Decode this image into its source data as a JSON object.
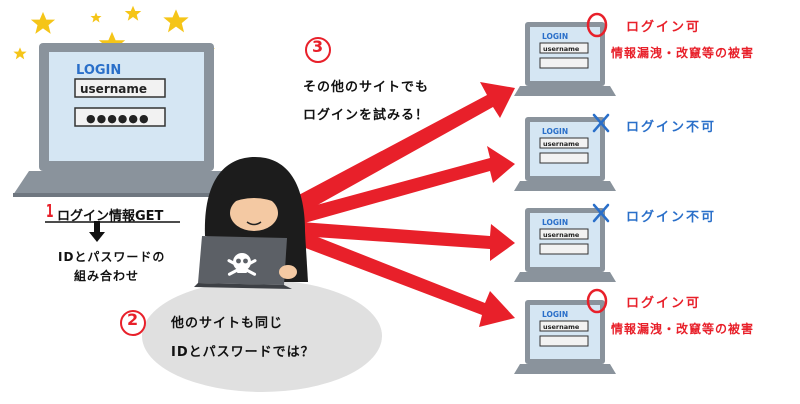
{
  "colors": {
    "accent_red": "#e8202a",
    "blue": "#2a6fc9",
    "laptop_frame": "#8a939c",
    "laptop_screen": "#d5e6f3",
    "field_bg": "#f2f2f2",
    "ellipse": "#e0e0e0",
    "star": "#f5c518",
    "hood": "#1c1c1c",
    "skin": "#f4c9a3"
  },
  "main_laptop": {
    "login": "LOGIN",
    "username": "username",
    "password_mask": "●●●●●●"
  },
  "hacker_laptop": {
    "icon": "skull-icon"
  },
  "step1": {
    "number": "1",
    "label": "ログイン情報GET",
    "result_line1": "IDとパスワードの",
    "result_line2": "組み合わせ"
  },
  "step2": {
    "number": "2",
    "line1": "他のサイトも同じ",
    "line2": "IDとパスワードでは？"
  },
  "step3": {
    "number": "3",
    "line1": "その他のサイトでも",
    "line2": "ログインを試みる！"
  },
  "sites": [
    {
      "login": "LOGIN",
      "username": "username",
      "status_label": "ログイン可",
      "detail": "情報漏洩・改竄等の被害",
      "ok": true
    },
    {
      "login": "LOGIN",
      "username": "username",
      "status_label": "ログイン不可",
      "detail": "",
      "ok": false
    },
    {
      "login": "LOGIN",
      "username": "username",
      "status_label": "ログイン不可",
      "detail": "",
      "ok": false
    },
    {
      "login": "LOGIN",
      "username": "username",
      "status_label": "ログイン可",
      "detail": "情報漏洩・改竄等の被害",
      "ok": true
    }
  ]
}
